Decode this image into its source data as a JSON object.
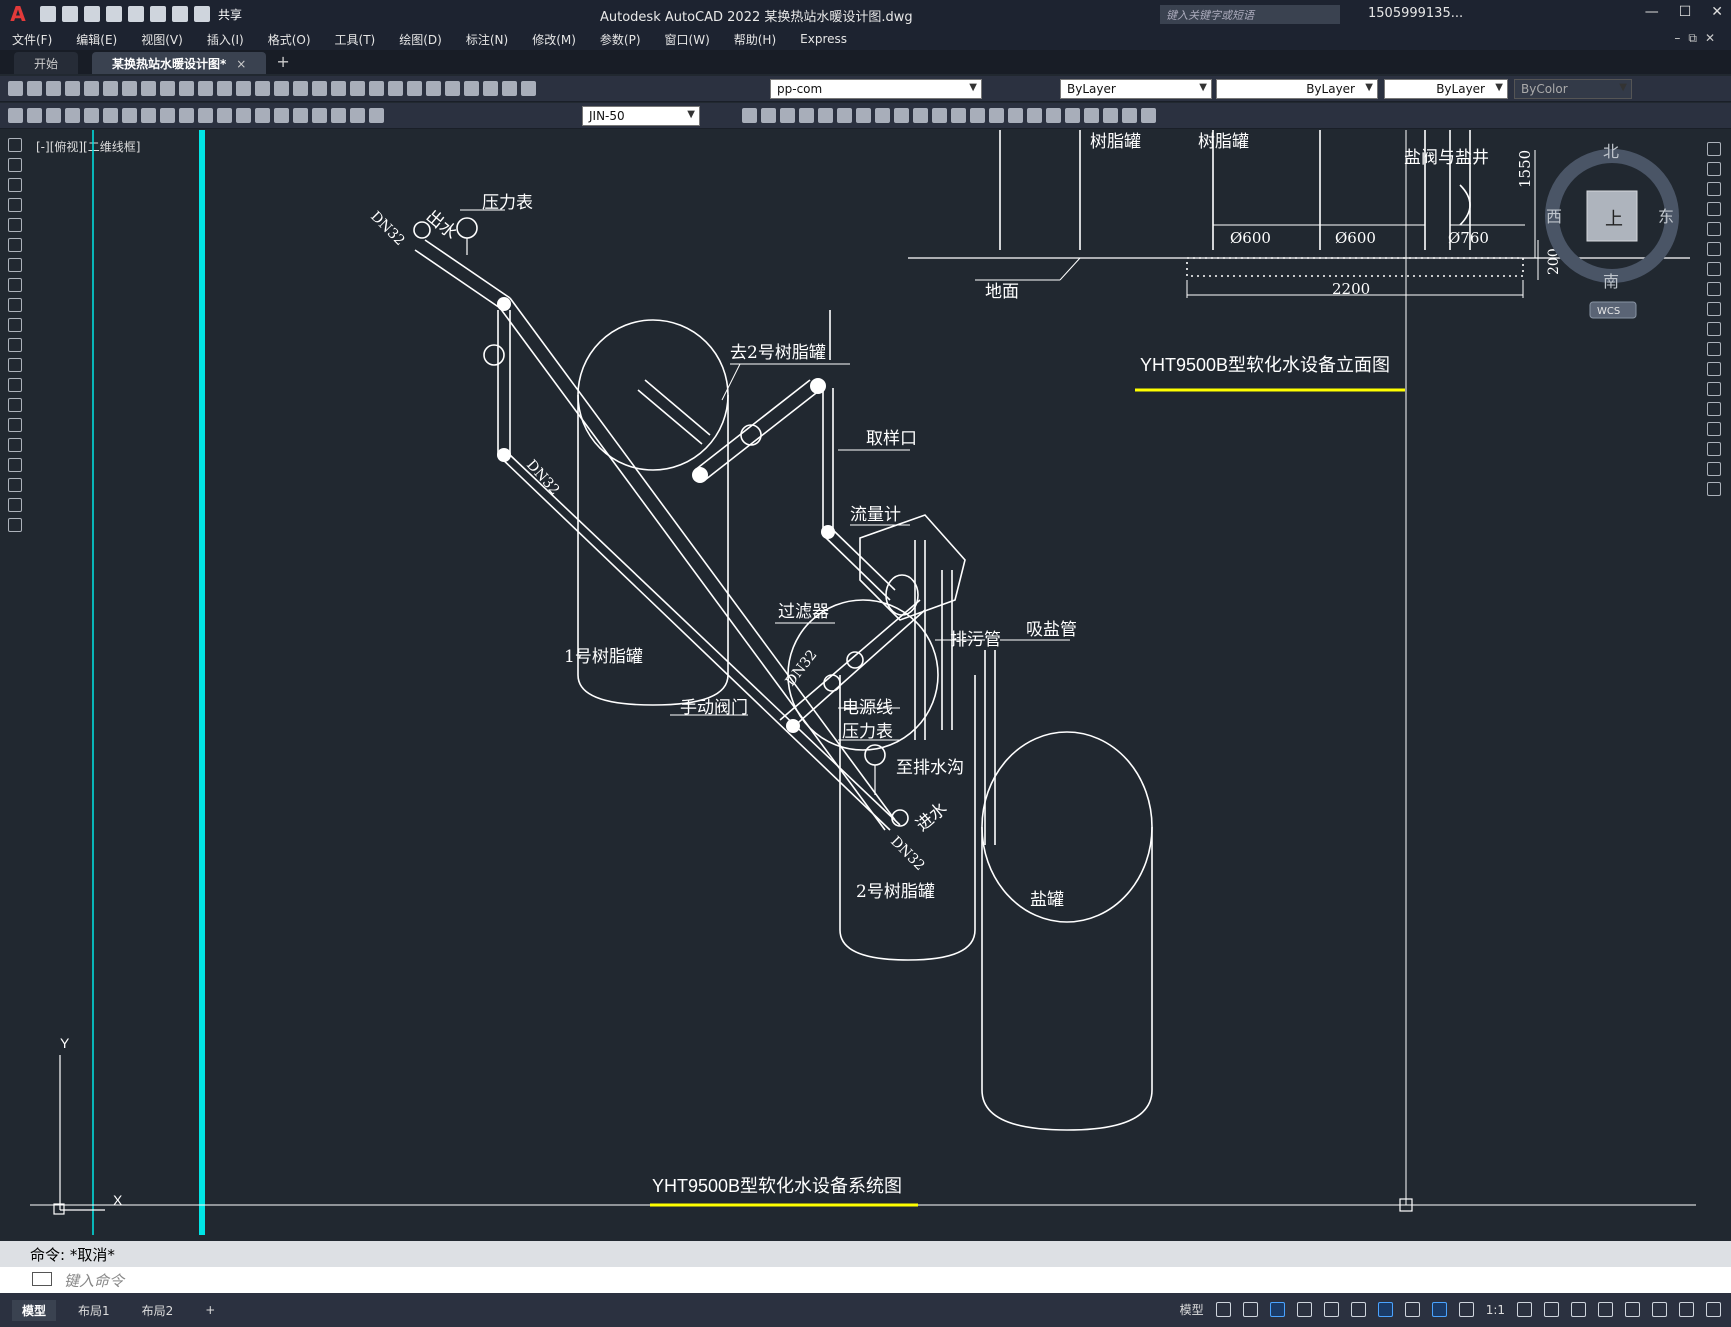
{
  "titlebar": {
    "logo": "A",
    "share_label": "共享",
    "app_title": "Autodesk AutoCAD 2022    某换热站水暖设计图.dwg",
    "search_placeholder": "键入关键字或短语",
    "user": "1505999135..."
  },
  "menu": {
    "items": [
      "文件(F)",
      "编辑(E)",
      "视图(V)",
      "插入(I)",
      "格式(O)",
      "工具(T)",
      "绘图(D)",
      "标注(N)",
      "修改(M)",
      "参数(P)",
      "窗口(W)",
      "帮助(H)",
      "Express"
    ]
  },
  "tabs": {
    "start": "开始",
    "active": "某换热站水暖设计图*",
    "close": "×",
    "add": "+"
  },
  "toolbar": {
    "layer": "pp-com",
    "color": "ByLayer",
    "linetype": "ByLayer",
    "lineweight": "ByLayer",
    "plotstyle": "ByColor",
    "dimstyle": "JIN-50"
  },
  "viewport": {
    "label": "[-][俯视][二维线框]"
  },
  "viewcube": {
    "north": "北",
    "south": "南",
    "east": "东",
    "west": "西",
    "top": "上",
    "wcs": "WCS"
  },
  "ucs": {
    "y": "Y",
    "x": "X"
  },
  "drawing": {
    "labels": {
      "outlet": "出水",
      "pressure_gauge_top": "压力表",
      "dn32_top": "DN32",
      "to_tank2": "去2号树脂罐",
      "sample": "取样口",
      "dn32_mid": "DN32",
      "flowmeter": "流量计",
      "filter": "过滤器",
      "blowdown": "排污管",
      "brine_pipe": "吸盐管",
      "tank1": "1号树脂罐",
      "dn32_low": "DN32",
      "power": "电源线",
      "manual_valve": "手动阀门",
      "pressure_gauge_low": "压力表",
      "to_drain": "至排水沟",
      "inlet": "进水",
      "dn32_inlet": "DN32",
      "tank2": "2号树脂罐",
      "salt_tank": "盐罐",
      "system_title": "YHT9500B型软化水设备系统图"
    },
    "elevation": {
      "resin_tank_a": "树脂罐",
      "resin_tank_b": "树脂罐",
      "salt_valve": "盐阀与盐井",
      "dim_1550": "1550",
      "dim_d600_a": "Ø600",
      "dim_d600_b": "Ø600",
      "dim_d760": "Ø760",
      "dim_200": "200",
      "ground": "地面",
      "dim_2200": "2200",
      "title": "YHT9500B型软化水设备立面图"
    }
  },
  "command": {
    "history": "命令: *取消*",
    "placeholder": "键入命令"
  },
  "status": {
    "model": "模型",
    "layout1": "布局1",
    "layout2": "布局2",
    "add": "+",
    "model_btn": "模型",
    "scale": "1:1"
  }
}
